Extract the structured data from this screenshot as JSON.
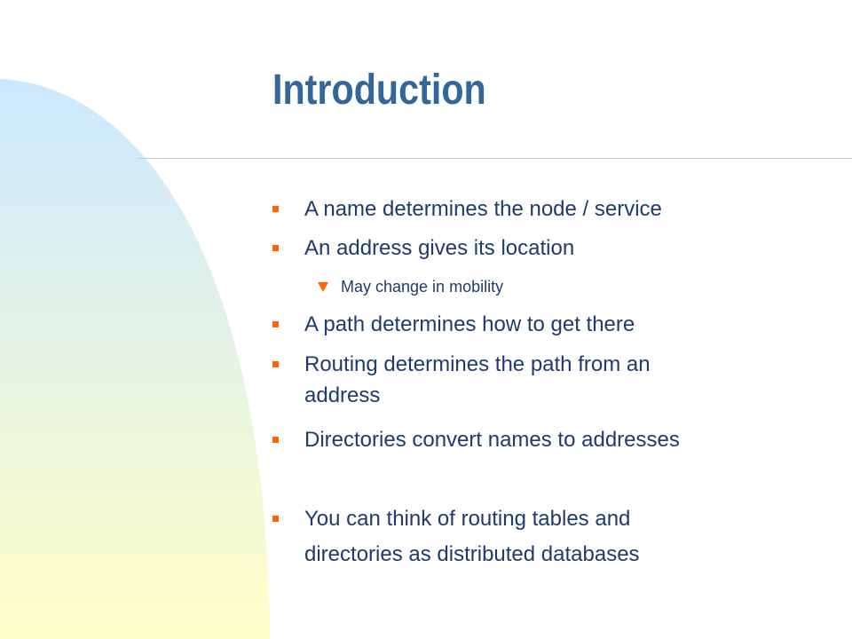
{
  "slide": {
    "title": "Introduction",
    "colors": {
      "title": "#336699",
      "text": "#1f3b6e",
      "bullet": "#ff6600",
      "gradient_top": "#cce8ff",
      "gradient_bottom": "#ffffc8",
      "rule": "#c8c8c8"
    },
    "bullets": [
      {
        "text": "A name determines the node / service"
      },
      {
        "text": "An address gives its location"
      },
      {
        "text": "May change in mobility"
      },
      {
        "text": "A path determines how to get there"
      },
      {
        "line1": "Routing determines the path from an",
        "line2": "address"
      },
      {
        "text": "Directories convert names to addresses"
      },
      {
        "line1": "You can think of  routing tables and",
        "line2": "directories as distributed databases"
      }
    ]
  }
}
